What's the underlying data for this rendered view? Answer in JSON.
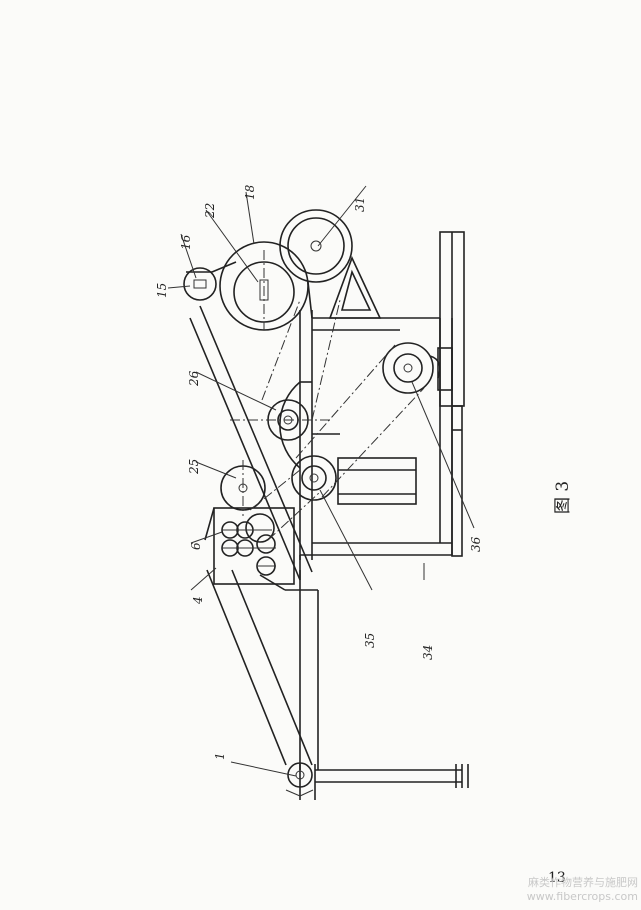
{
  "figure": {
    "caption": "图 3",
    "labels": [
      "1",
      "4",
      "6",
      "25",
      "26",
      "16",
      "15",
      "22",
      "18",
      "31",
      "35",
      "34",
      "36"
    ]
  },
  "page": {
    "number": "13"
  },
  "watermark": {
    "line1": "麻类作物营养与施肥网",
    "line2": "www.fibercrops.com"
  }
}
